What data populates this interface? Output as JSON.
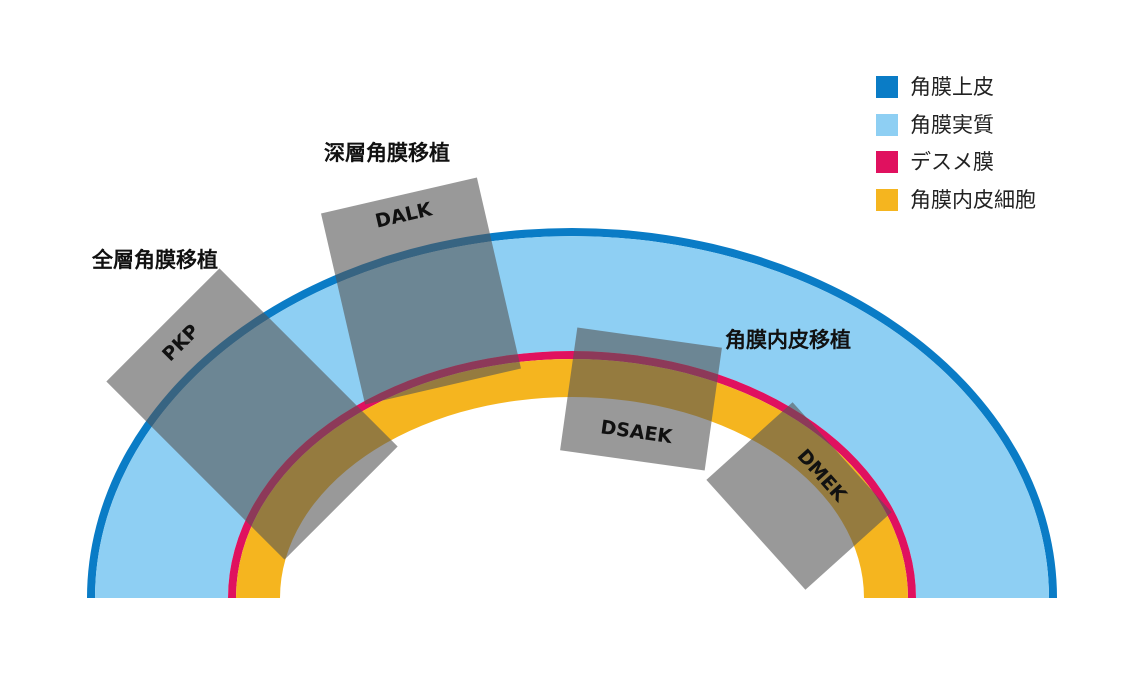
{
  "legend": {
    "items": [
      {
        "label": "角膜上皮",
        "color": "#0a7cc6"
      },
      {
        "label": "角膜実質",
        "color": "#8ecff3"
      },
      {
        "label": "デスメ膜",
        "color": "#e0115f"
      },
      {
        "label": "角膜内皮細胞",
        "color": "#f5b51f"
      }
    ]
  },
  "methods": {
    "pkp": {
      "heading": "全層角膜移植",
      "abbr": "PKP"
    },
    "dalk": {
      "heading": "深層角膜移植",
      "abbr": "DALK"
    },
    "endo": {
      "heading": "角膜内皮移植"
    },
    "dsaek": {
      "abbr": "DSAEK"
    },
    "dmek": {
      "abbr": "DMEK"
    }
  },
  "colors": {
    "graft_overlay": "#555555"
  }
}
